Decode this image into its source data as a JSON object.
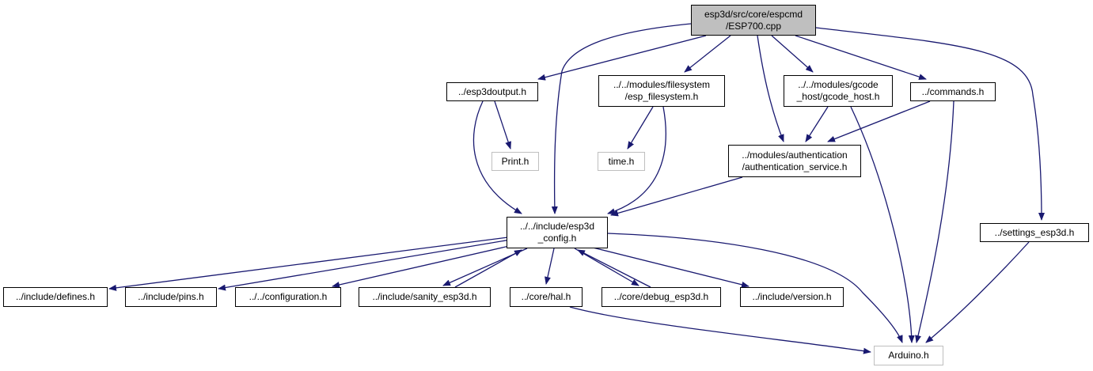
{
  "colors": {
    "edge": "#191970",
    "node_border": "#000000",
    "external_border": "#bfbfbf",
    "root_fill": "#bfbfbf"
  },
  "nodes": {
    "root": {
      "lines": [
        "esp3d/src/core/espcmd",
        "/ESP700.cpp"
      ]
    },
    "esp3doutput": {
      "lines": [
        "../esp3doutput.h"
      ]
    },
    "filesystem": {
      "lines": [
        "../../modules/filesystem",
        "/esp_filesystem.h"
      ]
    },
    "gcode_host": {
      "lines": [
        "../../modules/gcode",
        "_host/gcode_host.h"
      ]
    },
    "commands": {
      "lines": [
        "../commands.h"
      ]
    },
    "print": {
      "lines": [
        "Print.h"
      ]
    },
    "time": {
      "lines": [
        "time.h"
      ]
    },
    "authentication": {
      "lines": [
        "../modules/authentication",
        "/authentication_service.h"
      ]
    },
    "esp3d_config": {
      "lines": [
        "../../include/esp3d",
        "_config.h"
      ]
    },
    "settings": {
      "lines": [
        "../settings_esp3d.h"
      ]
    },
    "defines": {
      "lines": [
        "../include/defines.h"
      ]
    },
    "pins": {
      "lines": [
        "../include/pins.h"
      ]
    },
    "configuration": {
      "lines": [
        "../../configuration.h"
      ]
    },
    "sanity": {
      "lines": [
        "../include/sanity_esp3d.h"
      ]
    },
    "hal": {
      "lines": [
        "../core/hal.h"
      ]
    },
    "debug": {
      "lines": [
        "../core/debug_esp3d.h"
      ]
    },
    "version": {
      "lines": [
        "../include/version.h"
      ]
    },
    "arduino": {
      "lines": [
        "Arduino.h"
      ]
    }
  }
}
